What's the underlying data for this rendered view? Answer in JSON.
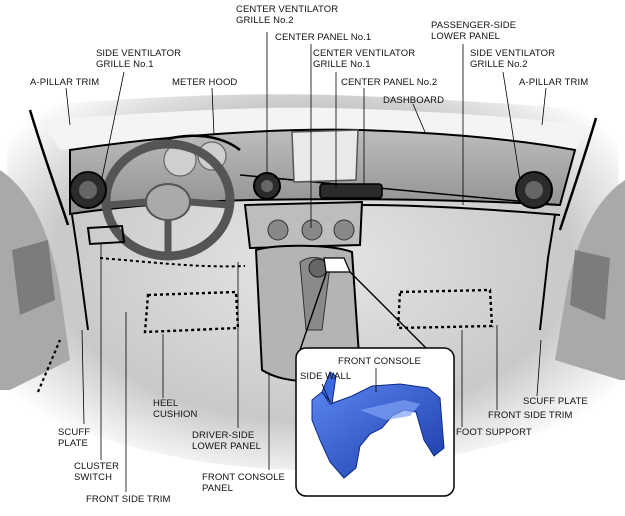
{
  "labels": {
    "center_vent_2": "CENTER VENTILATOR\nGRILLE No.2",
    "center_panel_1": "CENTER PANEL No.1",
    "passenger_lower_panel": "PASSENGER-SIDE\nLOWER PANEL",
    "side_vent_1": "SIDE VENTILATOR\nGRILLE No.1",
    "center_vent_1": "CENTER VENTILATOR\nGRILLE No.1",
    "side_vent_2": "SIDE VENTILATOR\nGRILLE No.2",
    "a_pillar_left": "A-PILLAR TRIM",
    "meter_hood": "METER HOOD",
    "center_panel_2": "CENTER PANEL No.2",
    "a_pillar_right": "A-PILLAR TRIM",
    "dashboard": "DASHBOARD",
    "front_console": "FRONT CONSOLE",
    "side_wall": "SIDE WALL",
    "heel_cushion": "HEEL\nCUSHION",
    "scuff_plate_right": "SCUFF PLATE",
    "front_side_trim_right": "FRONT SIDE TRIM",
    "scuff_plate_left": "SCUFF\nPLATE",
    "driver_lower_panel": "DRIVER-SIDE\nLOWER PANEL",
    "foot_support": "FOOT SUPPORT",
    "cluster_switch": "CLUSTER\nSWITCH",
    "front_console_panel": "FRONT CONSOLE\nPANEL",
    "front_side_trim_left": "FRONT SIDE TRIM"
  },
  "colors": {
    "outline": "#000000",
    "interior_fill": "#d6d6d6",
    "shadow": "#9a9a9a",
    "console_part": "#1f4fc8"
  }
}
